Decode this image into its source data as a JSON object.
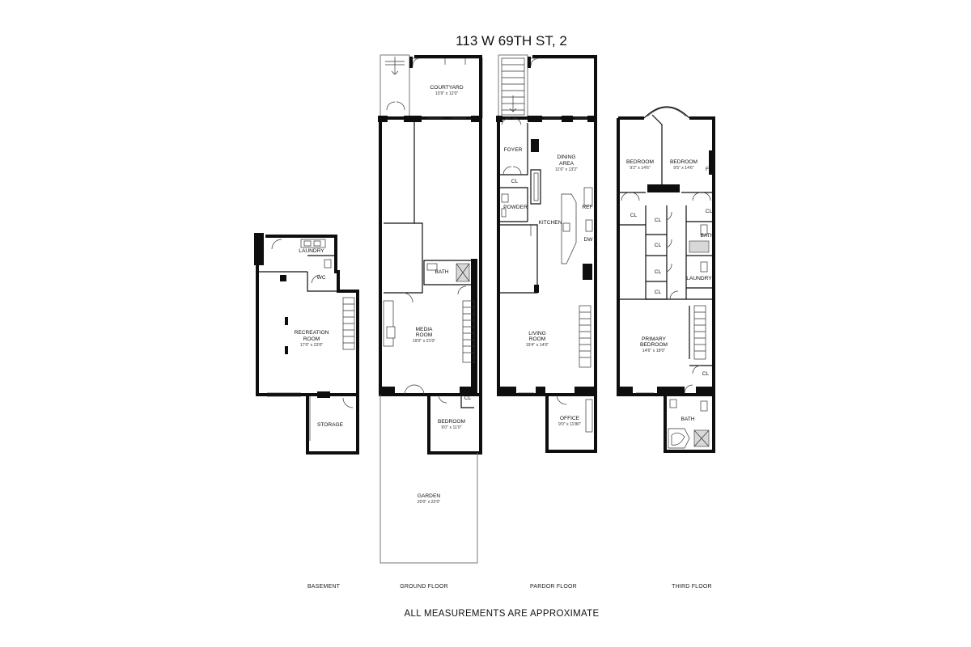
{
  "title": "113 W 69TH ST, 2",
  "footer": "ALL MEASUREMENTS ARE APPROXIMATE",
  "floors": [
    {
      "label": "BASEMENT"
    },
    {
      "label": "GROUND FLOOR"
    },
    {
      "label": "PARDOR FLOOR"
    },
    {
      "label": "THIRD FLOOR"
    }
  ],
  "basement": {
    "laundry": "LAUNDRY",
    "wc": "WC",
    "recreation_room": {
      "name1": "RECREATION",
      "name2": "ROOM",
      "dim": "17'0\" x 23'0\""
    },
    "storage": "STORAGE"
  },
  "ground": {
    "courtyard": {
      "name": "COURTYARD",
      "dim": "13'9\" x 12'0\""
    },
    "bath": "BATH",
    "media_room": {
      "name1": "MEDIA",
      "name2": "ROOM",
      "dim": "19'0\" x 21'0\""
    },
    "closet": "CL",
    "bedroom": {
      "name": "BEDROOM",
      "dim": "9'0\" x 11'0\""
    },
    "garden": {
      "name": "GARDEN",
      "dim": "20'0\" x 22'0\""
    }
  },
  "parlor": {
    "foyer": "FOYER",
    "dining_area": {
      "name1": "DINING",
      "name2": "AREA",
      "dim": "11'6\" x 13'2\""
    },
    "closet": "CL",
    "powder": "POWDER",
    "kitchen": "KITCHEN",
    "ref": "REF",
    "dw": "DW",
    "living_room": {
      "name1": "LIVING",
      "name2": "ROOM",
      "dim": "19'4\" x 14'0\""
    },
    "office": {
      "name": "OFFICE",
      "dim": "9'0\" x 11'80\""
    }
  },
  "third": {
    "bedroom_left": {
      "name": "BEDROOM",
      "dim": "9'2\" x 14'6\""
    },
    "bedroom_right": {
      "name": "BEDROOM",
      "dim": "9'5\" x 14'6\""
    },
    "fp": "FP",
    "closet": "CL",
    "bath_upper": "BATH",
    "laundry": "LAUNDRY",
    "primary_bedroom": {
      "name1": "PRIMARY",
      "name2": "BEDROOM",
      "dim": "14'6\" x 18'0\""
    },
    "bath_lower": "BATH"
  }
}
